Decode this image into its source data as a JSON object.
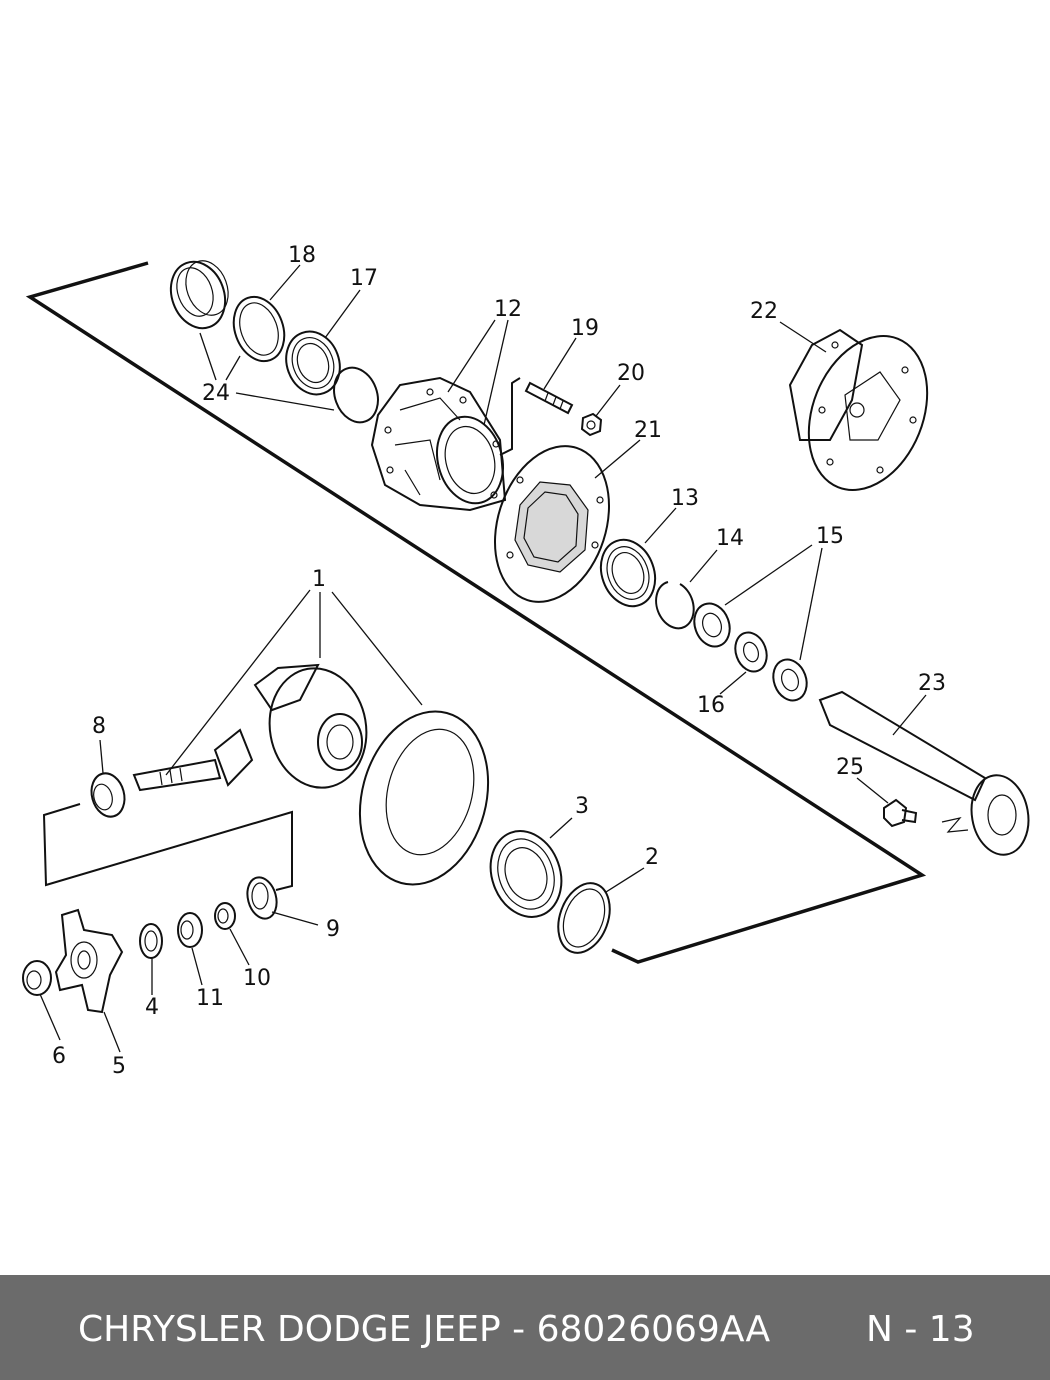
{
  "callouts": [
    "1",
    "2",
    "3",
    "4",
    "5",
    "6",
    "8",
    "9",
    "10",
    "11",
    "12",
    "13",
    "14",
    "15",
    "16",
    "17",
    "18",
    "19",
    "20",
    "21",
    "22",
    "23",
    "24",
    "25"
  ],
  "footer": {
    "title": "CHRYSLER DODGE JEEP - 68026069AA",
    "page": "N - 13"
  },
  "colors": {
    "footer_bg": "#6b6b6b",
    "footer_text": "#ffffff",
    "line": "#111111"
  }
}
